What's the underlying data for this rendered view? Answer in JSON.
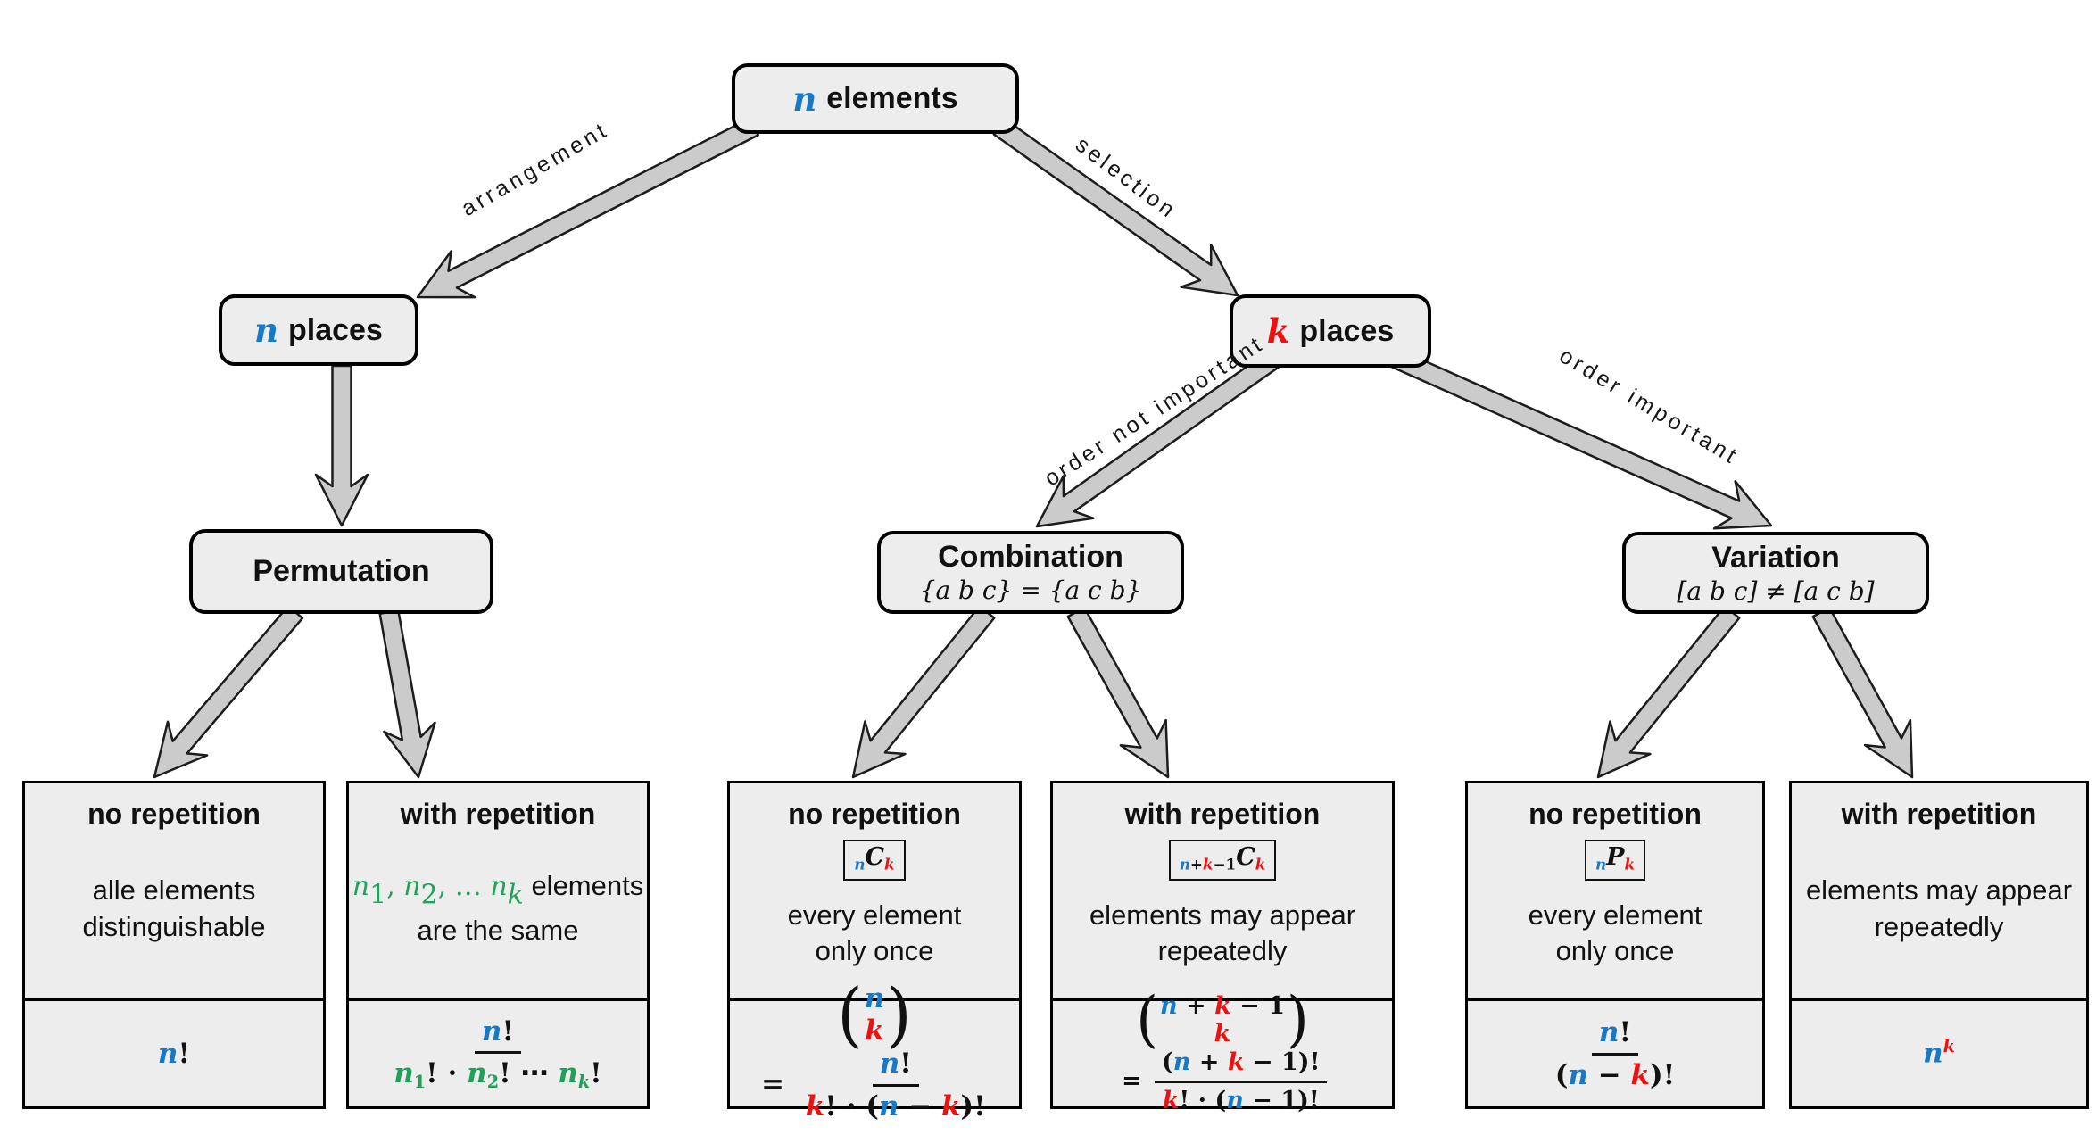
{
  "colors": {
    "blue": "#1878c8",
    "red": "#ee1111",
    "green": "#21a05a",
    "box_fill": "#ededed",
    "box_border": "#000000",
    "arrow_fill": "#cbcbcb",
    "arrow_stroke": "#1c1c1c"
  },
  "nodes": {
    "root": {
      "var": "n",
      "var_color": "#1878c8",
      "label": "elements"
    },
    "n_places": {
      "var": "n",
      "var_color": "#1878c8",
      "label": "places"
    },
    "k_places": {
      "var": "k",
      "var_color": "#ee1111",
      "label": "places"
    },
    "permutation": {
      "title": "Permutation"
    },
    "combination": {
      "title": "Combination",
      "subtitle": "{a b c} = {a c b}"
    },
    "variation": {
      "title": "Variation",
      "subtitle": "[a b c] ≠ [a c b]"
    }
  },
  "edge_labels": {
    "arrangement": "arrangement",
    "selection": "selection",
    "order_not_important": "order not important",
    "order_important": "order important"
  },
  "leaves": [
    {
      "title": "no repetition",
      "desc1": [
        {
          "t": "alle elements",
          "plain": 1
        }
      ],
      "desc2": [
        {
          "t": "distinguishable",
          "plain": 1
        }
      ],
      "formula": [
        {
          "t": "n",
          "c": "#1878c8",
          "it": 1
        },
        {
          "t": "!"
        }
      ]
    },
    {
      "title": "with repetition",
      "desc1": [
        {
          "t": "n",
          "c": "#21a05a",
          "it": 1
        },
        {
          "t": "1",
          "c": "#21a05a",
          "pos": "sub"
        },
        {
          "t": ", ",
          "c": "#21a05a"
        },
        {
          "t": "n",
          "c": "#21a05a",
          "it": 1
        },
        {
          "t": "2",
          "c": "#21a05a",
          "pos": "sub"
        },
        {
          "t": ", … ",
          "c": "#21a05a"
        },
        {
          "t": "n",
          "c": "#21a05a",
          "it": 1
        },
        {
          "t": "k",
          "c": "#21a05a",
          "it": 1,
          "pos": "sub"
        },
        {
          "t": " elements",
          "plain": 1
        }
      ],
      "desc2": [
        {
          "t": "are the same",
          "plain": 1
        }
      ],
      "formula": [
        {
          "frac": {
            "num": [
              {
                "t": "n",
                "c": "#1878c8",
                "it": 1
              },
              {
                "t": "!"
              }
            ],
            "den": [
              {
                "t": "n",
                "c": "#21a05a",
                "it": 1
              },
              {
                "t": "1",
                "c": "#21a05a",
                "pos": "sub"
              },
              {
                "t": "! · "
              },
              {
                "t": "n",
                "c": "#21a05a",
                "it": 1
              },
              {
                "t": "2",
                "c": "#21a05a",
                "pos": "sub"
              },
              {
                "t": "! ⋯ "
              },
              {
                "t": "n",
                "c": "#21a05a",
                "it": 1
              },
              {
                "t": "k",
                "c": "#21a05a",
                "it": 1,
                "pos": "sub"
              },
              {
                "t": "!"
              }
            ]
          }
        }
      ]
    },
    {
      "title": "no repetition",
      "badge": [
        {
          "t": "n",
          "c": "#1878c8",
          "it": 1,
          "pos": "sub"
        },
        {
          "t": "C",
          "it": 1
        },
        {
          "t": "k",
          "c": "#ee1111",
          "it": 1,
          "pos": "sub"
        }
      ],
      "desc1": [
        {
          "t": "every element",
          "plain": 1
        }
      ],
      "desc2": [
        {
          "t": "only once",
          "plain": 1
        }
      ],
      "formula": [
        {
          "binom": {
            "top": [
              {
                "t": "n",
                "c": "#1878c8",
                "it": 1
              }
            ],
            "bot": [
              {
                "t": "k",
                "c": "#ee1111",
                "it": 1
              }
            ]
          }
        },
        {
          "t": " = "
        },
        {
          "frac": {
            "num": [
              {
                "t": "n",
                "c": "#1878c8",
                "it": 1
              },
              {
                "t": "!"
              }
            ],
            "den": [
              {
                "t": "k",
                "c": "#ee1111",
                "it": 1
              },
              {
                "t": "! · ("
              },
              {
                "t": "n",
                "c": "#1878c8",
                "it": 1
              },
              {
                "t": " − "
              },
              {
                "t": "k",
                "c": "#ee1111",
                "it": 1
              },
              {
                "t": ")!"
              }
            ]
          }
        }
      ]
    },
    {
      "title": "with repetition",
      "badge": [
        {
          "t": "n",
          "c": "#1878c8",
          "it": 1,
          "pos": "sub"
        },
        {
          "t": "+",
          "pos": "sub"
        },
        {
          "t": "k",
          "c": "#ee1111",
          "it": 1,
          "pos": "sub"
        },
        {
          "t": "−1",
          "pos": "sub"
        },
        {
          "t": "C",
          "it": 1
        },
        {
          "t": "k",
          "c": "#ee1111",
          "it": 1,
          "pos": "sub"
        }
      ],
      "desc1": [
        {
          "t": "elements may appear",
          "plain": 1
        }
      ],
      "desc2": [
        {
          "t": "repeatedly",
          "plain": 1
        }
      ],
      "formula": [
        {
          "binom": {
            "top": [
              {
                "t": "n",
                "c": "#1878c8",
                "it": 1
              },
              {
                "t": " + "
              },
              {
                "t": "k",
                "c": "#ee1111",
                "it": 1
              },
              {
                "t": " − 1"
              }
            ],
            "bot": [
              {
                "t": "k",
                "c": "#ee1111",
                "it": 1
              }
            ]
          }
        },
        {
          "t": " = "
        },
        {
          "frac": {
            "num": [
              {
                "t": "("
              },
              {
                "t": "n",
                "c": "#1878c8",
                "it": 1
              },
              {
                "t": " + "
              },
              {
                "t": "k",
                "c": "#ee1111",
                "it": 1
              },
              {
                "t": " − 1)!"
              }
            ],
            "den": [
              {
                "t": "k",
                "c": "#ee1111",
                "it": 1
              },
              {
                "t": "! · ("
              },
              {
                "t": "n",
                "c": "#1878c8",
                "it": 1
              },
              {
                "t": " − 1)!"
              }
            ]
          }
        }
      ]
    },
    {
      "title": "no repetition",
      "badge": [
        {
          "t": "n",
          "c": "#1878c8",
          "it": 1,
          "pos": "sub"
        },
        {
          "t": "P",
          "it": 1
        },
        {
          "t": "k",
          "c": "#ee1111",
          "it": 1,
          "pos": "sub"
        }
      ],
      "desc1": [
        {
          "t": "every element",
          "plain": 1
        }
      ],
      "desc2": [
        {
          "t": "only once",
          "plain": 1
        }
      ],
      "formula": [
        {
          "frac": {
            "num": [
              {
                "t": "n",
                "c": "#1878c8",
                "it": 1
              },
              {
                "t": "!"
              }
            ],
            "den": [
              {
                "t": "("
              },
              {
                "t": "n",
                "c": "#1878c8",
                "it": 1
              },
              {
                "t": " − "
              },
              {
                "t": "k",
                "c": "#ee1111",
                "it": 1
              },
              {
                "t": ")!"
              }
            ]
          }
        }
      ]
    },
    {
      "title": "with repetition",
      "desc1": [
        {
          "t": "elements may appear",
          "plain": 1
        }
      ],
      "desc2": [
        {
          "t": "repeatedly",
          "plain": 1
        }
      ],
      "formula": [
        {
          "t": "n",
          "c": "#1878c8",
          "it": 1
        },
        {
          "t": "k",
          "c": "#ee1111",
          "it": 1,
          "pos": "sup"
        }
      ]
    }
  ]
}
